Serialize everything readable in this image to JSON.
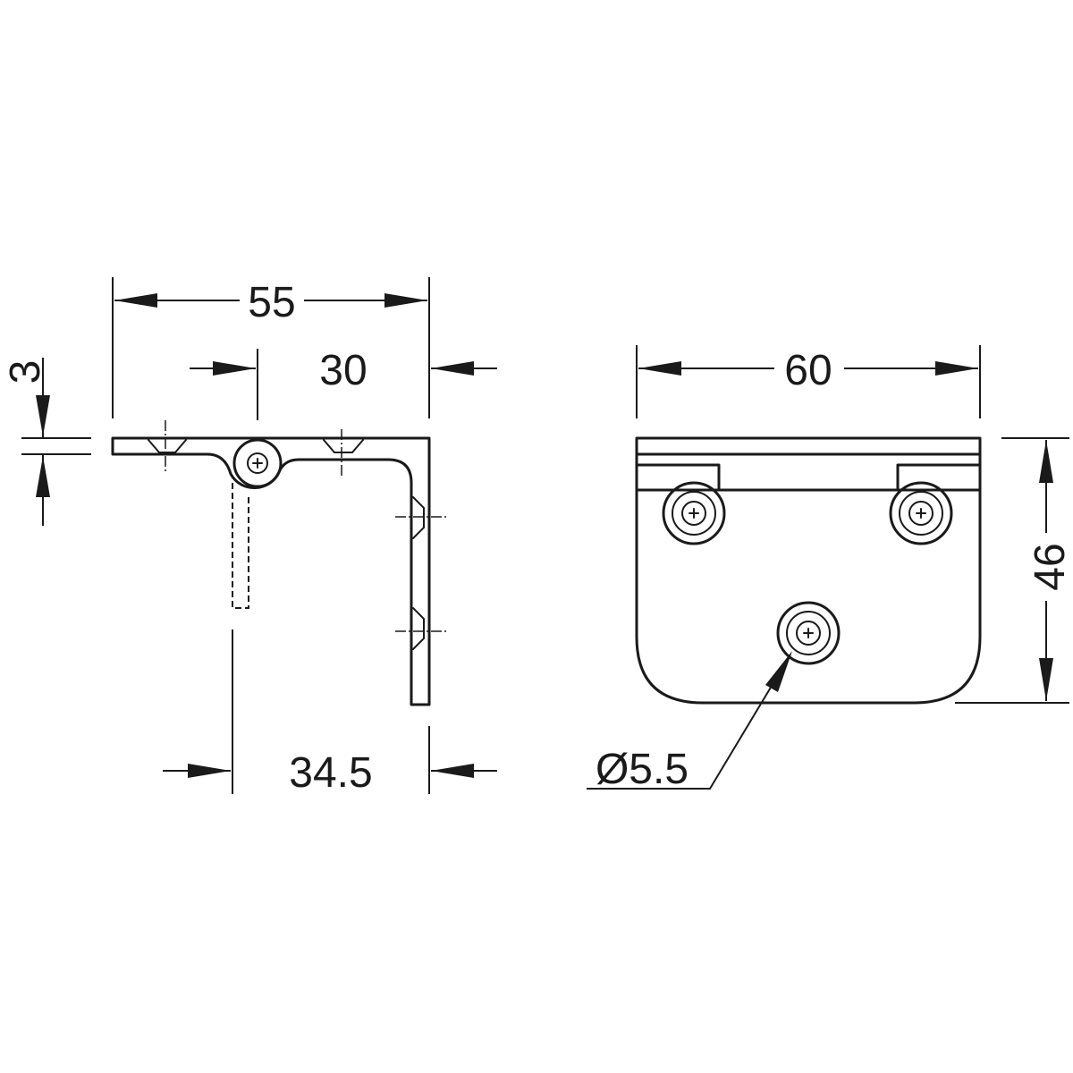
{
  "dimensions": {
    "side_width": "55",
    "pivot_to_edge": "30",
    "thickness": "3",
    "offset": "34.5",
    "front_width": "60",
    "front_height": "46",
    "hole_diameter": "Ø5.5"
  }
}
